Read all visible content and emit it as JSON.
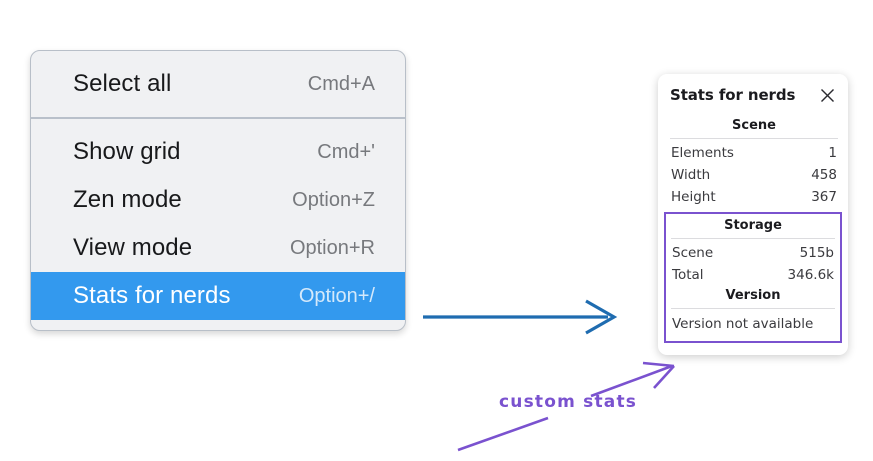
{
  "context_menu": {
    "groups": [
      {
        "items": [
          {
            "label": "Select all",
            "shortcut": "Cmd+A",
            "selected": false
          }
        ]
      },
      {
        "items": [
          {
            "label": "Show grid",
            "shortcut": "Cmd+'",
            "selected": false
          },
          {
            "label": "Zen mode",
            "shortcut": "Option+Z",
            "selected": false
          },
          {
            "label": "View mode",
            "shortcut": "Option+R",
            "selected": false
          },
          {
            "label": "Stats for nerds",
            "shortcut": "Option+/",
            "selected": true
          }
        ]
      }
    ]
  },
  "stats_panel": {
    "title": "Stats for nerds",
    "close_icon": "close-icon",
    "scene": {
      "heading": "Scene",
      "rows": [
        {
          "key": "Elements",
          "value": "1"
        },
        {
          "key": "Width",
          "value": "458"
        },
        {
          "key": "Height",
          "value": "367"
        }
      ]
    },
    "storage": {
      "heading": "Storage",
      "rows": [
        {
          "key": "Scene",
          "value": "515b"
        },
        {
          "key": "Total",
          "value": "346.6k"
        }
      ]
    },
    "version": {
      "heading": "Version",
      "text": "Version not available"
    }
  },
  "annotations": {
    "custom_stats_label": "custom stats",
    "blue_arrow_color": "#1f6cb0",
    "purple_color": "#7a52cf"
  },
  "colors": {
    "menu_background": "#f0f1f3",
    "menu_border": "#b8bfc8",
    "menu_selected": "#3399ee",
    "menu_label": "#18191b",
    "menu_shortcut": "#77797d",
    "panel_background": "#ffffff",
    "custom_box_border": "#7a52cf"
  }
}
